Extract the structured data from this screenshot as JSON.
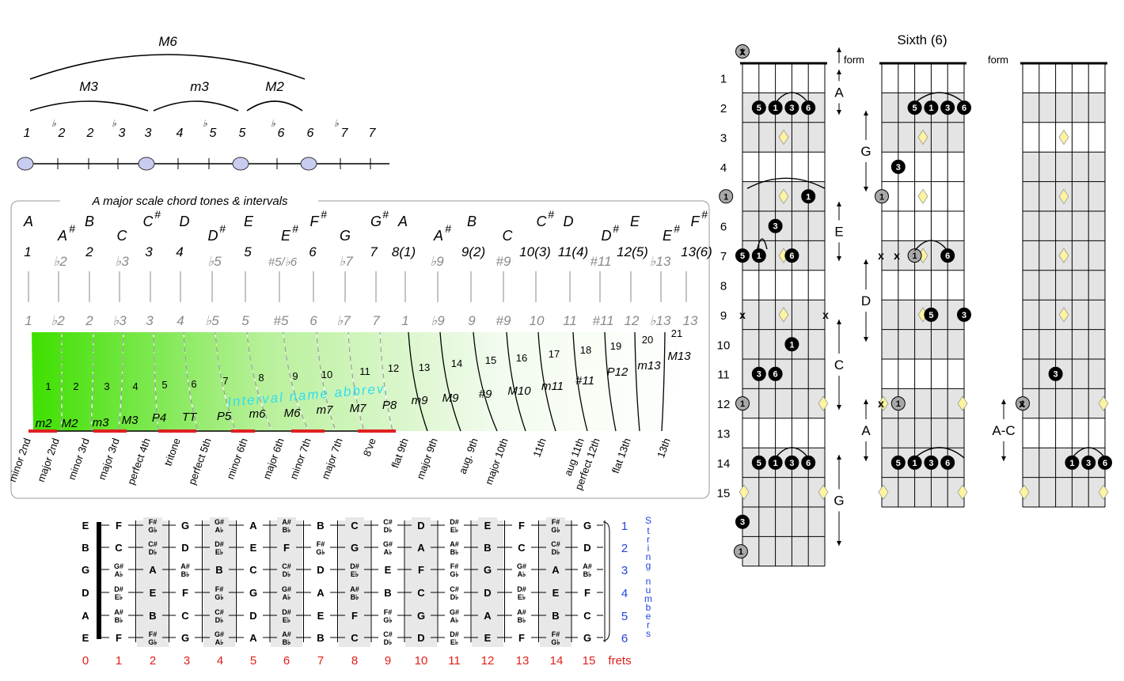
{
  "top_scale": {
    "arc_labels": [
      "M6",
      "M3",
      "m3",
      "M2"
    ],
    "degrees": [
      {
        "acc": "",
        "n": "1"
      },
      {
        "acc": "♭",
        "n": "2"
      },
      {
        "acc": "",
        "n": "2"
      },
      {
        "acc": "♭",
        "n": "3"
      },
      {
        "acc": "",
        "n": "3"
      },
      {
        "acc": "",
        "n": "4"
      },
      {
        "acc": "♭",
        "n": "5"
      },
      {
        "acc": "",
        "n": "5"
      },
      {
        "acc": "♭",
        "n": "6"
      },
      {
        "acc": "",
        "n": "6"
      },
      {
        "acc": "♭",
        "n": "7"
      },
      {
        "acc": "",
        "n": "7"
      }
    ],
    "chord_tone_positions": [
      0,
      4,
      7,
      9
    ]
  },
  "intervals_box": {
    "title": "A major scale chord tones & intervals",
    "note_names": [
      {
        "n": "A",
        "acc": "",
        "row": 0
      },
      {
        "n": "A",
        "acc": "#",
        "row": 1
      },
      {
        "n": "B",
        "acc": "",
        "row": 0
      },
      {
        "n": "C",
        "acc": "",
        "row": 1
      },
      {
        "n": "C",
        "acc": "#",
        "row": 0
      },
      {
        "n": "D",
        "acc": "",
        "row": 0
      },
      {
        "n": "D",
        "acc": "#",
        "row": 1
      },
      {
        "n": "E",
        "acc": "",
        "row": 0
      },
      {
        "n": "E",
        "acc": "#",
        "row": 1
      },
      {
        "n": "F",
        "acc": "#",
        "row": 0
      },
      {
        "n": "G",
        "acc": "",
        "row": 1
      },
      {
        "n": "G",
        "acc": "#",
        "row": 0
      },
      {
        "n": "A",
        "acc": "",
        "row": 0
      },
      {
        "n": "A",
        "acc": "#",
        "row": 1
      },
      {
        "n": "B",
        "acc": "",
        "row": 0
      },
      {
        "n": "C",
        "acc": "",
        "row": 1
      },
      {
        "n": "C",
        "acc": "#",
        "row": 0
      },
      {
        "n": "D",
        "acc": "",
        "row": 0
      },
      {
        "n": "D",
        "acc": "#",
        "row": 1
      },
      {
        "n": "E",
        "acc": "",
        "row": 0
      },
      {
        "n": "E",
        "acc": "#",
        "row": 1
      },
      {
        "n": "F",
        "acc": "#",
        "row": 0
      }
    ],
    "degree_labels": [
      {
        "t": "1",
        "g": false
      },
      {
        "t": "♭2",
        "g": true
      },
      {
        "t": "2",
        "g": false
      },
      {
        "t": "♭3",
        "g": true
      },
      {
        "t": "3",
        "g": false
      },
      {
        "t": "4",
        "g": false
      },
      {
        "t": "♭5",
        "g": true
      },
      {
        "t": "5",
        "g": false
      },
      {
        "t": "#5/♭6",
        "g": true
      },
      {
        "t": "6",
        "g": false
      },
      {
        "t": "♭7",
        "g": true
      },
      {
        "t": "7",
        "g": false
      },
      {
        "t": "8(1)",
        "g": false
      },
      {
        "t": "♭9",
        "g": true
      },
      {
        "t": "9(2)",
        "g": false
      },
      {
        "t": "#9",
        "g": true
      },
      {
        "t": "10(3)",
        "g": false
      },
      {
        "t": "11(4)",
        "g": false
      },
      {
        "t": "#11",
        "g": true
      },
      {
        "t": "12(5)",
        "g": false
      },
      {
        "t": "♭13",
        "g": true
      },
      {
        "t": "13(6)",
        "g": false
      }
    ],
    "gray_degrees": [
      "1",
      "♭2",
      "2",
      "♭3",
      "3",
      "4",
      "♭5",
      "5",
      "#5",
      "6",
      "♭7",
      "7",
      "1",
      "♭9",
      "9",
      "#9",
      "10",
      "11",
      "#11",
      "12",
      "♭13",
      "13"
    ],
    "semitones": [
      "1",
      "2",
      "3",
      "4",
      "5",
      "6",
      "7",
      "8",
      "9",
      "10",
      "11",
      "12",
      "13",
      "14",
      "15",
      "16",
      "17",
      "18",
      "19",
      "20",
      "21"
    ],
    "abbrevs": [
      "m2",
      "M2",
      "m3",
      "M3",
      "P4",
      "TT",
      "P5",
      "m6",
      "M6",
      "m7",
      "M7",
      "P8",
      "m9",
      "M9",
      "#9",
      "M10",
      "m11",
      "#11",
      "P12",
      "m13",
      "M13"
    ],
    "names": [
      "minor 2nd",
      "major 2nd",
      "minor 3rd",
      "major 3rd",
      "perfect 4th",
      "tritone",
      "perfect 5th",
      "minor 6th",
      "major 6th",
      "minor 7th",
      "major 7th",
      "8've",
      "flat 9th",
      "major 9th",
      "aug. 9th",
      "major 10th",
      "11th",
      "aug 11th",
      "perfect 12th",
      "flat 13th",
      "13th"
    ],
    "watermark": "Interval name abbrev.",
    "red_marks": [
      0,
      2,
      4,
      7,
      9,
      11
    ]
  },
  "fretboard": {
    "open_strings": [
      "E",
      "B",
      "G",
      "D",
      "A",
      "E"
    ],
    "rows": [
      [
        "F",
        "F#/G♭",
        "G",
        "G#/A♭",
        "A",
        "A#/B♭",
        "B",
        "C",
        "C#/D♭",
        "D",
        "D#/E♭",
        "E",
        "F",
        "F#/G♭",
        "G"
      ],
      [
        "C",
        "C#/D♭",
        "D",
        "D#/E♭",
        "E",
        "F",
        "F#/G♭",
        "G",
        "G#/A♭",
        "A",
        "A#/B♭",
        "B",
        "C",
        "C#/D♭",
        "D"
      ],
      [
        "G#/A♭",
        "A",
        "A#/B♭",
        "B",
        "C",
        "C#/D♭",
        "D",
        "D#/E♭",
        "E",
        "F",
        "F#/G♭",
        "G",
        "G#/A♭",
        "A",
        "A#/B♭"
      ],
      [
        "D#/E♭",
        "E",
        "F",
        "F#/G♭",
        "G",
        "G#/A♭",
        "A",
        "A#/B♭",
        "B",
        "C",
        "C#/D♭",
        "D",
        "D#/E♭",
        "E",
        "F"
      ],
      [
        "A#/B♭",
        "B",
        "C",
        "C#/D♭",
        "D",
        "D#/E♭",
        "E",
        "F",
        "F#/G♭",
        "G",
        "G#/A♭",
        "A",
        "A#/B♭",
        "B",
        "C"
      ],
      [
        "F",
        "F#/G♭",
        "G",
        "G#/A♭",
        "A",
        "A#/B♭",
        "B",
        "C",
        "C#/D♭",
        "D",
        "D#/E♭",
        "E",
        "F",
        "F#/G♭",
        "G"
      ]
    ],
    "string_numbers": [
      "1",
      "2",
      "3",
      "4",
      "5",
      "6"
    ],
    "string_label": "String numbers",
    "fret_numbers": [
      "0",
      "1",
      "2",
      "3",
      "4",
      "5",
      "6",
      "7",
      "8",
      "9",
      "10",
      "11",
      "12",
      "13",
      "14",
      "15"
    ],
    "frets_label": "frets",
    "colors": {
      "fret_numbers": "#e0201a",
      "string_numbers": "#2244dd"
    }
  },
  "neck_panel": {
    "title": "Sixth (6)",
    "form_label": "form",
    "fret_labels": [
      "1",
      "2",
      "3",
      "4",
      "5",
      "6",
      "7",
      "8",
      "9",
      "10",
      "11",
      "12",
      "13",
      "14",
      "15"
    ],
    "forms": [
      {
        "label": "A",
        "start": 0.5,
        "end": 3
      },
      {
        "label": "G",
        "start": 3,
        "end": 7
      },
      {
        "label": "E",
        "start": 7,
        "end": 11
      },
      {
        "label": "D",
        "start": 11,
        "end": 16
      },
      {
        "label": "C",
        "start": 16,
        "end": 21
      },
      {
        "label": "A",
        "start": 21,
        "end": 24
      },
      {
        "label": "G",
        "start": 24,
        "end": 28.6
      }
    ],
    "form_label_c": "A-C",
    "marker_frets": [
      3,
      5,
      7,
      9,
      12,
      15
    ],
    "dots_n1": [
      {
        "f": 0,
        "s": 0,
        "t": "1",
        "k": "g"
      },
      {
        "f": 2,
        "s": 1,
        "t": "5",
        "k": "b"
      },
      {
        "f": 2,
        "s": 2,
        "t": "1",
        "k": "b"
      },
      {
        "f": 2,
        "s": 3,
        "t": "3",
        "k": "b"
      },
      {
        "f": 2,
        "s": 4,
        "t": "6",
        "k": "b"
      },
      {
        "f": 5,
        "s": -1,
        "t": "1",
        "k": "g"
      },
      {
        "f": 5,
        "s": 4,
        "t": "1",
        "k": "b"
      },
      {
        "f": 6,
        "s": 2,
        "t": "3",
        "k": "b"
      },
      {
        "f": 7,
        "s": 0,
        "t": "5",
        "k": "b"
      },
      {
        "f": 7,
        "s": 1,
        "t": "1",
        "k": "b"
      },
      {
        "f": 7,
        "s": 3,
        "t": "6",
        "k": "b"
      },
      {
        "f": 10,
        "s": 3,
        "t": "1",
        "k": "b"
      },
      {
        "f": 11,
        "s": 1,
        "t": "3",
        "k": "b"
      },
      {
        "f": 11,
        "s": 2,
        "t": "6",
        "k": "b"
      },
      {
        "f": 12,
        "s": 0,
        "t": "1",
        "k": "g"
      },
      {
        "f": 14,
        "s": 1,
        "t": "5",
        "k": "b"
      },
      {
        "f": 14,
        "s": 2,
        "t": "1",
        "k": "b"
      },
      {
        "f": 14,
        "s": 3,
        "t": "3",
        "k": "b"
      },
      {
        "f": 14,
        "s": 4,
        "t": "6",
        "k": "b"
      },
      {
        "f": 16,
        "s": 0,
        "t": "3",
        "k": "b"
      },
      {
        "f": 17,
        "s": -0.1,
        "t": "1",
        "k": "g"
      }
    ],
    "dots_n2": [
      {
        "f": 2,
        "s": 2,
        "t": "5",
        "k": "b"
      },
      {
        "f": 2,
        "s": 3,
        "t": "1",
        "k": "b"
      },
      {
        "f": 2,
        "s": 4,
        "t": "3",
        "k": "b"
      },
      {
        "f": 2,
        "s": 5,
        "t": "6",
        "k": "b"
      },
      {
        "f": 4,
        "s": 1,
        "t": "3",
        "k": "b"
      },
      {
        "f": 5,
        "s": 0,
        "t": "1",
        "k": "g"
      },
      {
        "f": 7,
        "s": 2,
        "t": "1",
        "k": "g"
      },
      {
        "f": 7,
        "s": 4,
        "t": "6",
        "k": "b"
      },
      {
        "f": 9,
        "s": 3,
        "t": "5",
        "k": "b"
      },
      {
        "f": 9,
        "s": 5,
        "t": "3",
        "k": "b"
      },
      {
        "f": 12,
        "s": 1,
        "t": "1",
        "k": "g"
      },
      {
        "f": 14,
        "s": 1,
        "t": "5",
        "k": "b"
      },
      {
        "f": 14,
        "s": 2,
        "t": "1",
        "k": "b"
      },
      {
        "f": 14,
        "s": 3,
        "t": "3",
        "k": "b"
      },
      {
        "f": 14,
        "s": 4,
        "t": "6",
        "k": "b"
      }
    ],
    "dots_n3": [
      {
        "f": 11,
        "s": 2,
        "t": "3",
        "k": "b"
      },
      {
        "f": 12,
        "s": 0,
        "t": "1",
        "k": "g"
      },
      {
        "f": 14,
        "s": 3,
        "t": "1",
        "k": "b"
      },
      {
        "f": 14,
        "s": 4,
        "t": "3",
        "k": "b"
      },
      {
        "f": 14,
        "s": 5,
        "t": "6",
        "k": "b"
      }
    ],
    "x_marks": "x"
  }
}
